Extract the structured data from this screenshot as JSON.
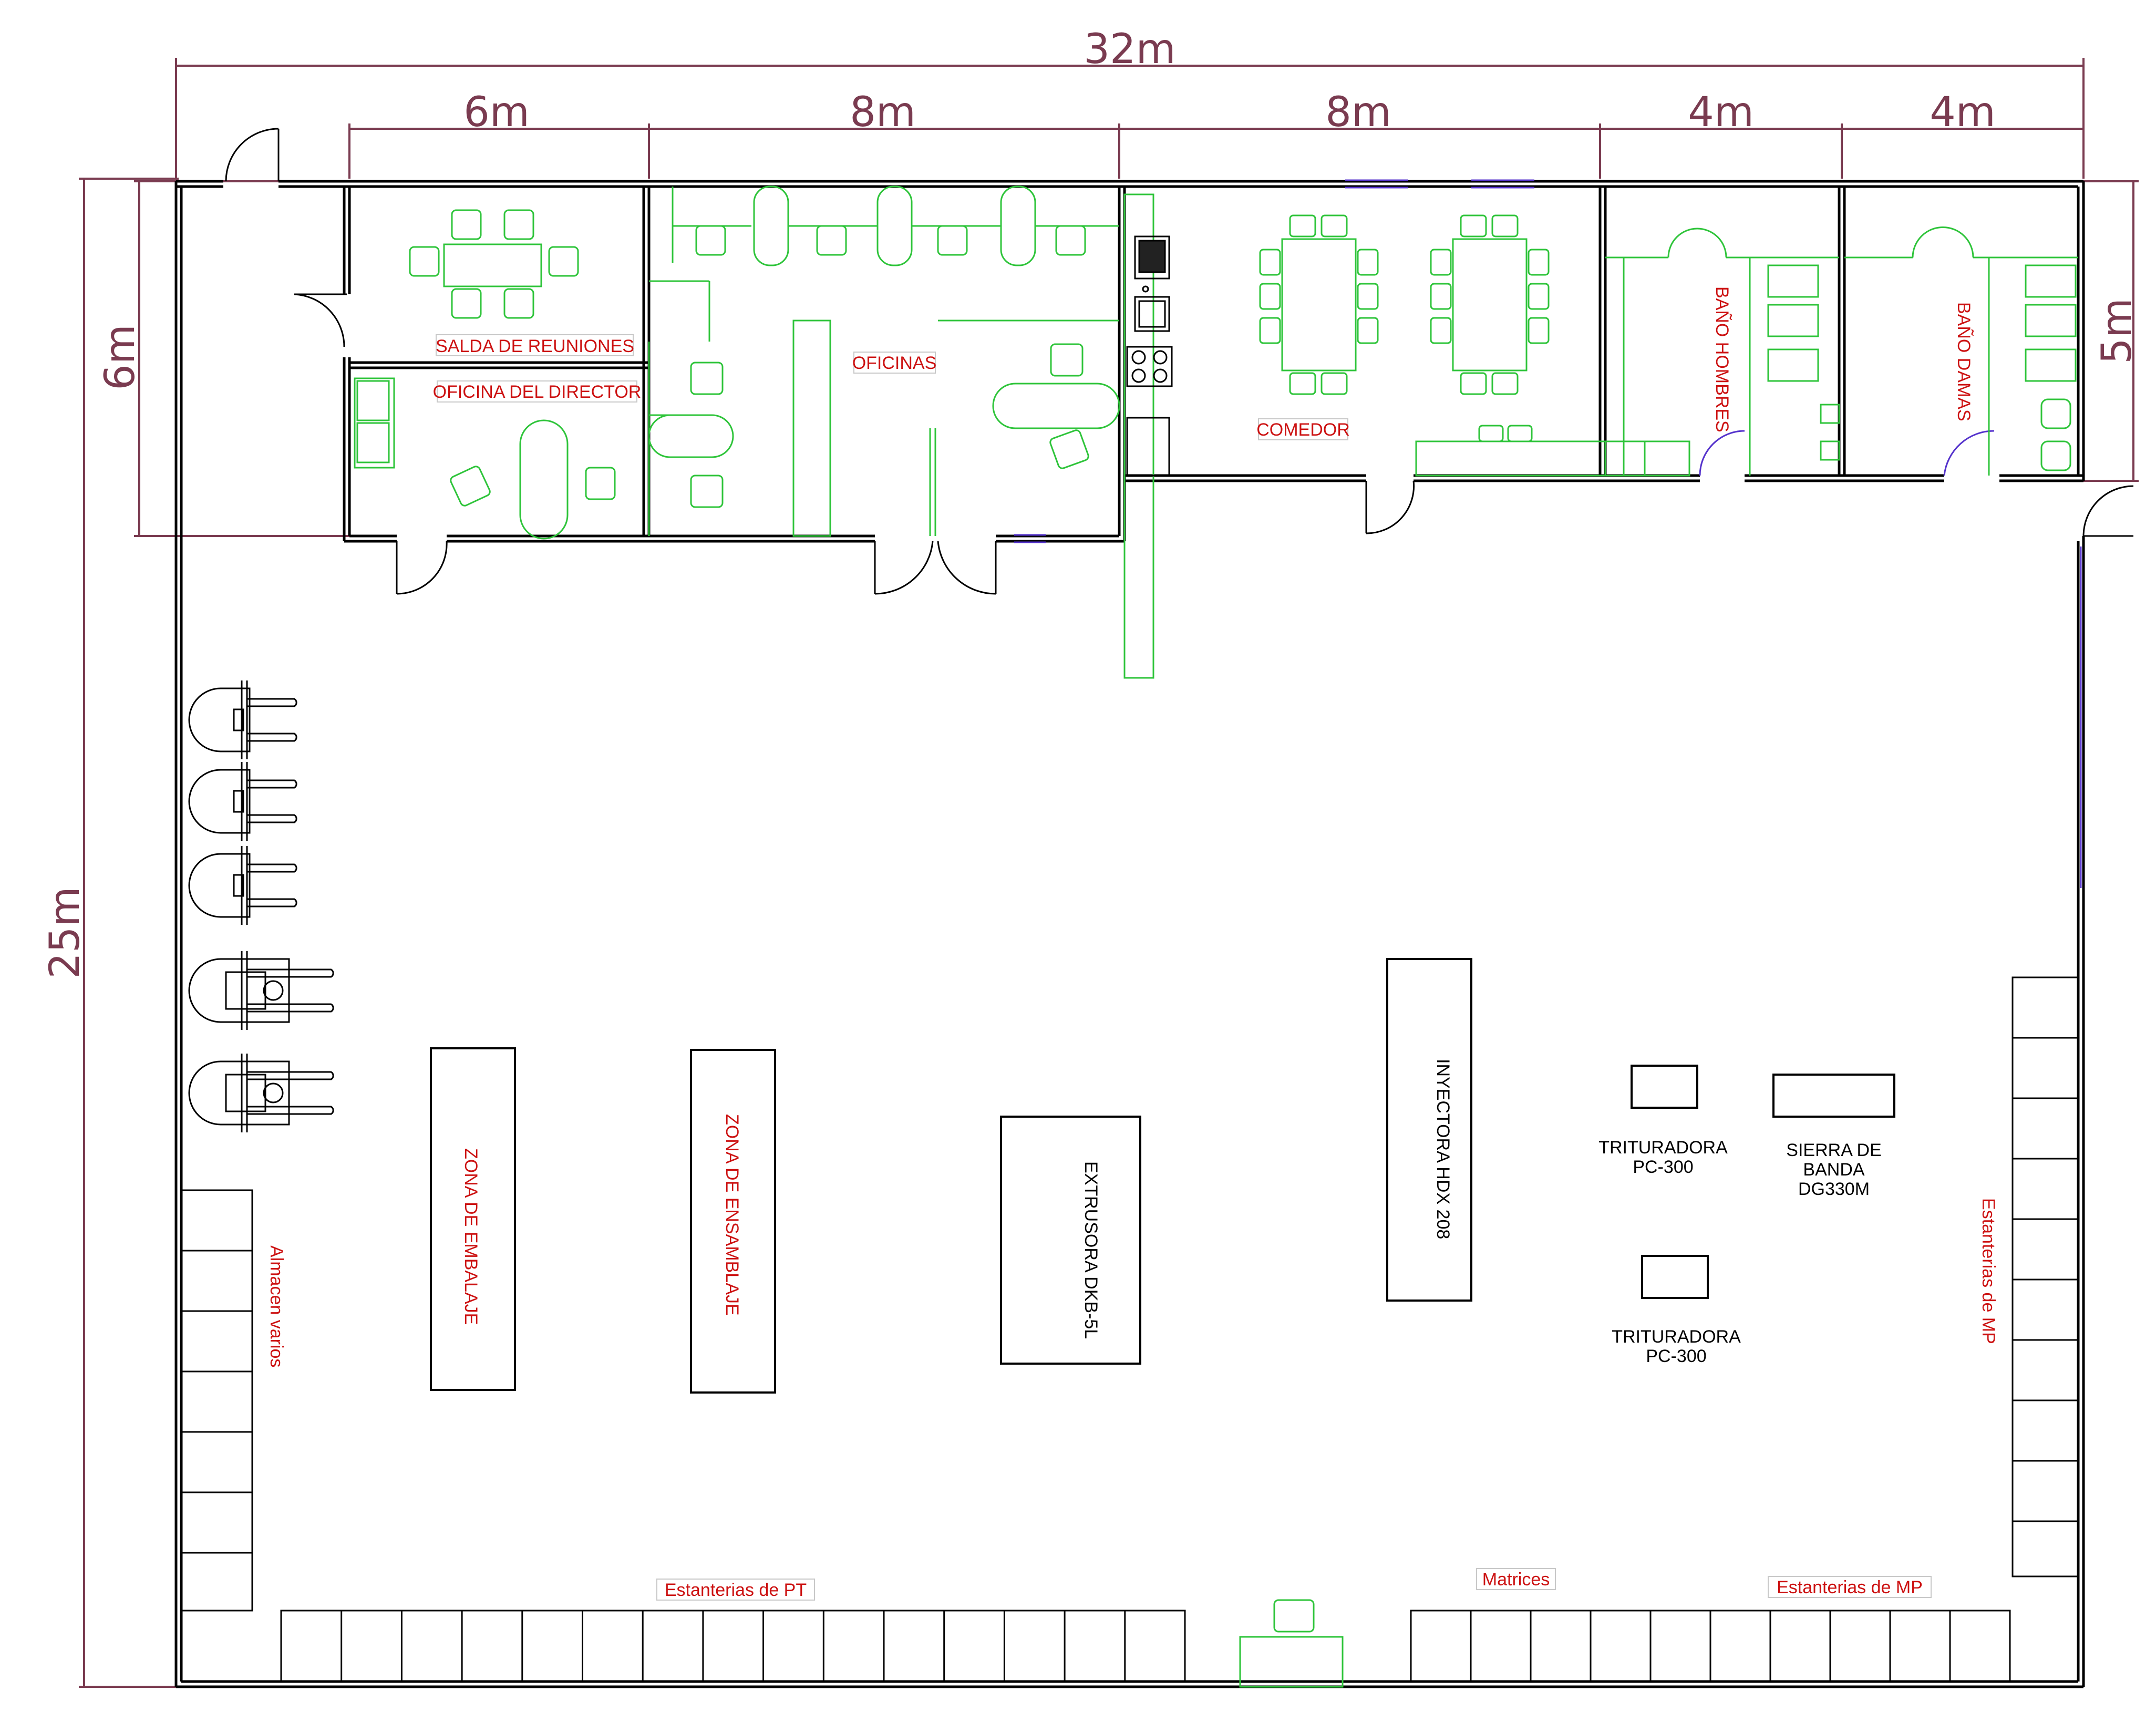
{
  "colors": {
    "wall": "#000000",
    "dimension": "#7a3b50",
    "furniture": "#2ec43a",
    "label_red": "#cc1111",
    "window": "#5533cc",
    "label_box": "#c8c8c8"
  },
  "dimensions": {
    "total_width": "32m",
    "total_height": "25m",
    "office_depth": "6m",
    "bathroom_depth": "5m",
    "segments": [
      "6m",
      "8m",
      "8m",
      "4m",
      "4m"
    ]
  },
  "rooms": {
    "meeting": "SALDA DE REUNIONES",
    "director": "OFICINA DEL DIRECTOR",
    "offices": "OFICINAS",
    "dining": "COMEDOR",
    "bath_men": "BAÑO HOMBRES",
    "bath_women": "BAÑO DAMAS"
  },
  "zones": {
    "packing": "ZONA DE EMBALAJE",
    "assembly": "ZONA DE ENSAMBLAJE",
    "misc_storage": "Almacen varios",
    "shelves_pt": "Estanterias de PT",
    "matrices": "Matrices",
    "shelves_mp_bottom": "Estanterias de MP",
    "shelves_mp_right": "Estanterias de MP"
  },
  "machines": {
    "extruder": "EXTRUSORA DKB-5L",
    "injector": "INYECTORA HDX 208",
    "crusher1": [
      "TRITURADORA",
      "PC-300"
    ],
    "crusher2": [
      "TRITURADORA",
      "PC-300"
    ],
    "saw": [
      "SIERRA DE",
      "BANDA",
      "DG330M"
    ]
  },
  "icons": [
    "forklift-icon",
    "chair-icon",
    "toilet-icon",
    "sink-icon",
    "stove-icon",
    "door-icon",
    "shelf-icon"
  ]
}
